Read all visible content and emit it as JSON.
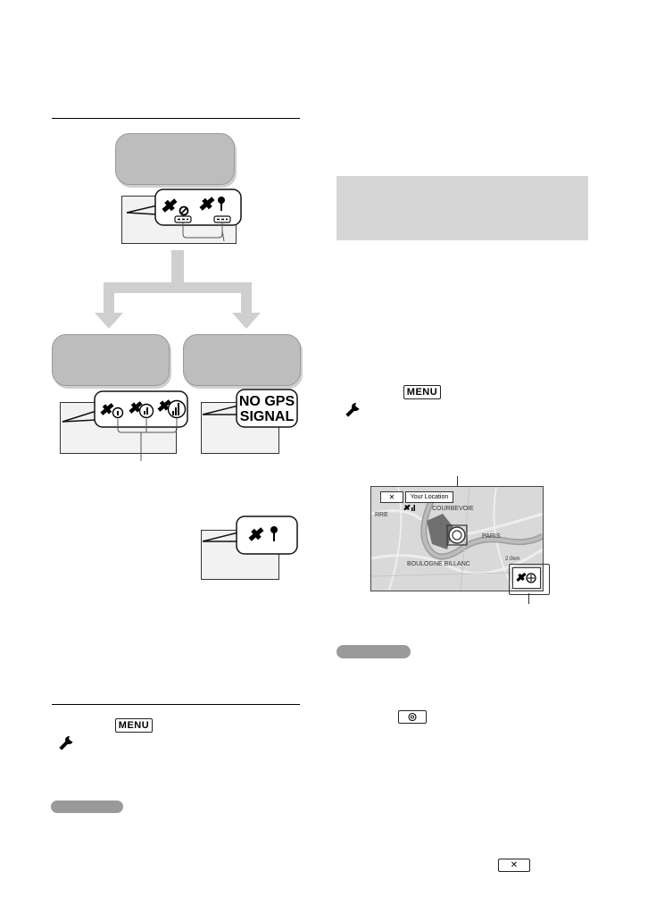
{
  "left_flow": {
    "no_gps_signal": [
      "NO GPS",
      "SIGNAL"
    ]
  },
  "right_col": {
    "menu_label": "MENU",
    "map": {
      "close_label": "✕",
      "your_location_label": "Your Location",
      "place_courbevoie": "COURBEVOIE",
      "place_rre": "RRE",
      "place_paris": "PARIS",
      "place_boulogne": "BOULOGNE BILLANC",
      "scale": "2.0km"
    },
    "close_button_label": "✕"
  },
  "left_bottom": {
    "menu_label": "MENU"
  },
  "colors": {
    "box_gray": "#bdbdbd",
    "panel_gray": "#d6d6d6",
    "pill_gray": "#9a9a9a"
  }
}
